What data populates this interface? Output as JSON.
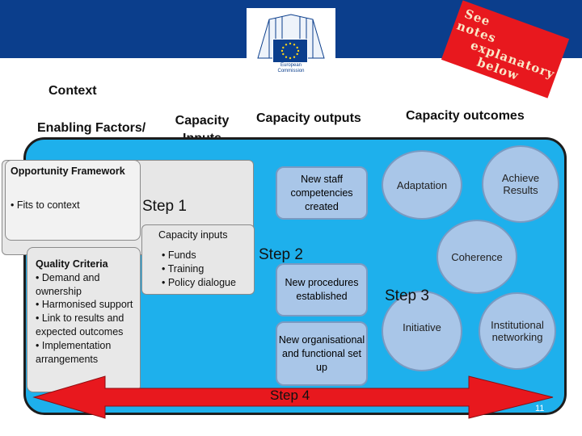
{
  "header": {
    "logo_caption": [
      "European",
      "Commission"
    ],
    "stamp_lines": [
      "See",
      "notes",
      "explanatory",
      "below"
    ]
  },
  "labels": {
    "context": "Context",
    "enabling_factors": "Enabling Factors/",
    "capacity_inputs_col": [
      "Capacity",
      "Inputs"
    ],
    "capacity_outputs_col": "Capacity outputs",
    "capacity_outcomes_col": "Capacity outcomes"
  },
  "opportunity": {
    "title": "Opportunity Framework",
    "items": [
      "• Fits to context"
    ]
  },
  "quality": {
    "title": "Quality Criteria",
    "items": [
      "• Demand and ownership",
      "• Harmonised support",
      "• Link to results and expected outcomes",
      "• Implementation arrangements"
    ]
  },
  "inputs": {
    "title": "Capacity inputs",
    "items": [
      "• Funds",
      "• Training",
      "• Policy dialogue"
    ]
  },
  "outputs": [
    "New staff competencies created",
    "New procedures established",
    "New organisational and functional set up"
  ],
  "outcomes": [
    "Adaptation",
    "Achieve Results",
    "Coherence",
    "Initiative",
    "Institutional networking"
  ],
  "steps": [
    "Step 1",
    "Step 2",
    "Step 3",
    "Step 4"
  ],
  "page_number": "11",
  "colors": {
    "header_blue": "#0b3e8c",
    "panel_blue": "#1eb0ec",
    "circle_blue": "#a9c6e8",
    "arrow_red": "#e8181e",
    "stamp_red": "#e8181e"
  }
}
